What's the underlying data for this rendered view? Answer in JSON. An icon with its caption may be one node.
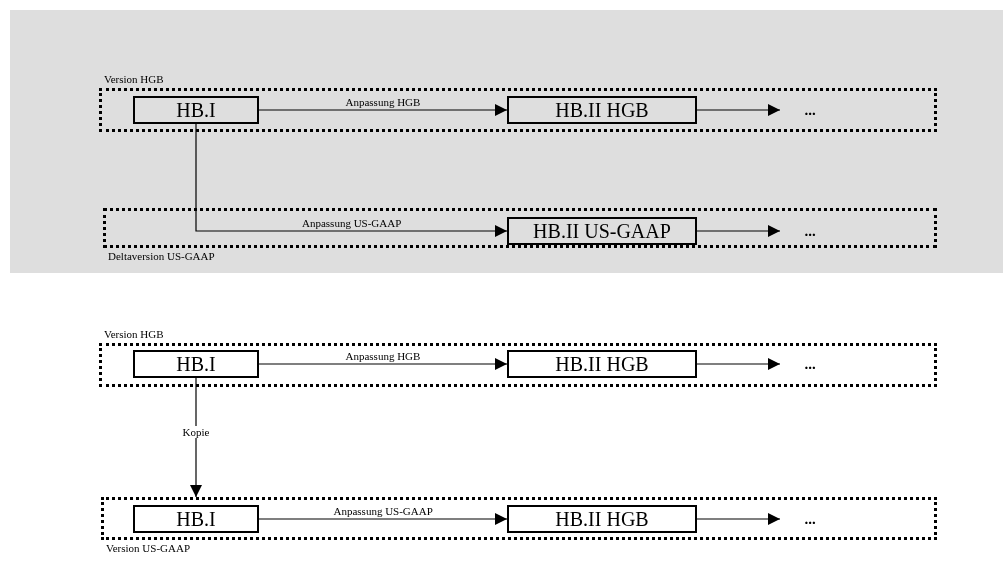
{
  "diagram": {
    "nodes": [
      {
        "text": [
          "Version HGB"
        ]
      },
      {
        "text": [
          "HB.I"
        ],
        "in": 0
      },
      {
        "text": [
          "HB.II HGB"
        ],
        "in": 0
      },
      {
        "text": [
          "..."
        ],
        "in": 0
      },
      {
        "text": [
          "Deltaversion US-GAAP"
        ]
      },
      {
        "text": [
          "HB.II US-GAAP"
        ],
        "in": 4
      },
      {
        "text": [
          "..."
        ],
        "in": 4
      },
      {
        "text": [
          "Version HGB"
        ]
      },
      {
        "text": [
          "HB.I"
        ],
        "in": 7
      },
      {
        "text": [
          "HB.II HGB"
        ],
        "in": 7
      },
      {
        "text": [
          "..."
        ],
        "in": 7
      },
      {
        "text": [
          "Version US-GAAP"
        ]
      },
      {
        "text": [
          "HB.I"
        ],
        "in": 11
      },
      {
        "text": [
          "HB.II HGB"
        ],
        "in": 11
      },
      {
        "text": [
          "..."
        ],
        "in": 11
      }
    ],
    "edges": [
      {
        "from": 1,
        "to": 2,
        "arrow": "to",
        "label": "Anpassung HGB"
      },
      {
        "from": 2,
        "to": 3,
        "arrow": "to"
      },
      {
        "from": 1,
        "to": 5,
        "arrow": "to",
        "label": "Anpassung US-GAAP"
      },
      {
        "from": 5,
        "to": 6,
        "arrow": "to"
      },
      {
        "from": 8,
        "to": 9,
        "arrow": "to",
        "label": "Anpassung HGB"
      },
      {
        "from": 9,
        "to": 10,
        "arrow": "to"
      },
      {
        "from": 8,
        "to": 11,
        "arrow": "to",
        "label": "Kopie"
      },
      {
        "from": 12,
        "to": 13,
        "arrow": "to",
        "label": "Anpassung US-GAAP"
      },
      {
        "from": 13,
        "to": 14,
        "arrow": "to"
      }
    ]
  }
}
